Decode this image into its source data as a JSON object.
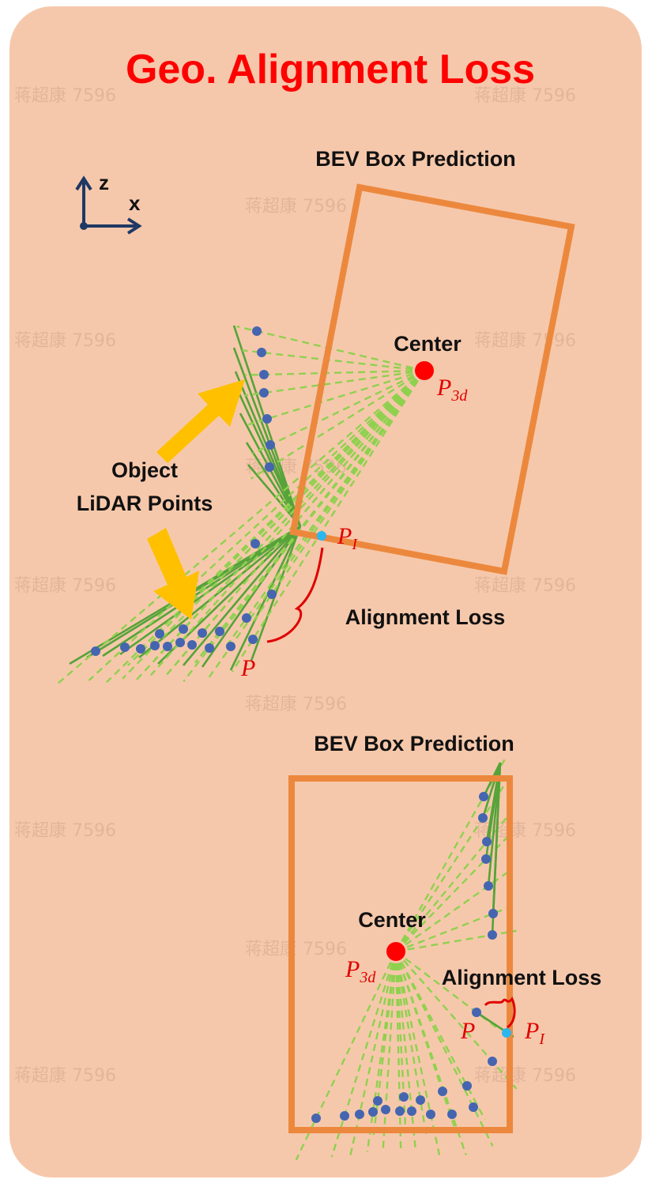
{
  "title": "Geo. Alignment Loss",
  "axes": {
    "vertical": "z",
    "horizontal": "x"
  },
  "top_diagram": {
    "box_label": "BEV Box Prediction",
    "center_label": "Center",
    "center_symbol": {
      "base": "P",
      "sub": "3d"
    },
    "points_label": [
      "Object",
      "LiDAR Points"
    ],
    "intersection_symbol": {
      "base": "P",
      "sub": "I"
    },
    "point_symbol": "P",
    "loss_label": "Alignment Loss"
  },
  "bottom_diagram": {
    "box_label": "BEV Box Prediction",
    "center_label": "Center",
    "center_symbol": {
      "base": "P",
      "sub": "3d"
    },
    "loss_label": "Alignment Loss",
    "point_symbol": "P",
    "intersection_symbol": {
      "base": "P",
      "sub": "I"
    }
  },
  "watermark": "蒋超康 7596",
  "colors": {
    "background": "#f6c8ab",
    "title": "#ff0000",
    "box": "#ec883d",
    "ray_solid": "#56a33a",
    "ray_dashed": "#8fd14f",
    "point": "#4565b0",
    "center": "#ff0000",
    "intersection": "#2ab7ef",
    "arrow": "#ffc000",
    "axis": "#1f3864",
    "math": "#e00000"
  }
}
